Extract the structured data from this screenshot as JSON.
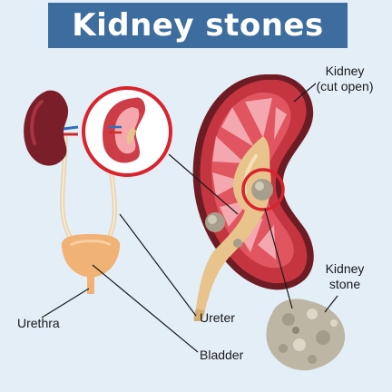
{
  "title": "Kidney stones",
  "labels": {
    "kidney_line1": "Kidney",
    "kidney_line2": "(cut open)",
    "stone_line1": "Kidney",
    "stone_line2": "stone",
    "urethra": "Urethra",
    "ureter": "Ureter",
    "bladder": "Bladder"
  },
  "colors": {
    "background": "#e3eef7",
    "title_bg": "#3d6d9e",
    "highlight_ring": "#d9232d",
    "kidney_outer": "#c43540",
    "kidney_dark": "#6e1c24",
    "pelvis": "#e8c48c",
    "bladder": "#f0b072",
    "stone": "#bdb6a4"
  }
}
